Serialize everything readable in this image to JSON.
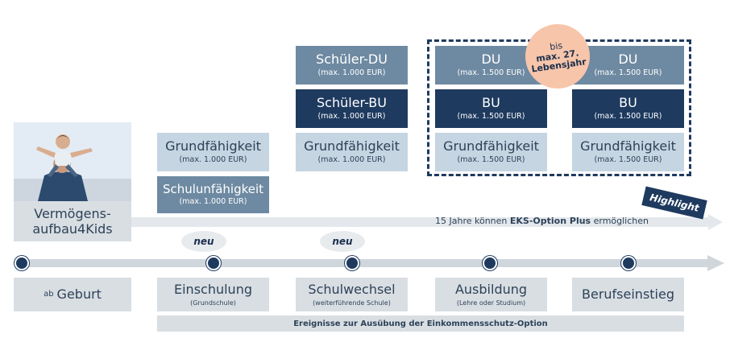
{
  "left": {
    "label": "Vermögens-\naufbau4Kids"
  },
  "grundfaehigkeit_1": {
    "title": "Grundfähigkeit",
    "sub": "(max. 1.000 EUR)"
  },
  "schulunfaehigkeit": {
    "title": "Schulunfähigkeit",
    "sub": "(max. 1.000 EUR)"
  },
  "schueler_du": {
    "title": "Schüler-DU",
    "sub": "(max. 1.000 EUR)"
  },
  "schueler_bu": {
    "title": "Schüler-BU",
    "sub": "(max. 1.000 EUR)"
  },
  "grundfaehigkeit_2": {
    "title": "Grundfähigkeit",
    "sub": "(max. 1.000 EUR)"
  },
  "col4": {
    "du": {
      "title": "DU",
      "sub": "(max. 1.500 EUR)"
    },
    "bu": {
      "title": "BU",
      "sub": "(max. 1.500 EUR)"
    },
    "gf": {
      "title": "Grundfähigkeit",
      "sub": "(max. 1.500 EUR)"
    }
  },
  "col5": {
    "du": {
      "title": "DU",
      "sub": "(max. 1.500 EUR)"
    },
    "bu": {
      "title": "BU",
      "sub": "(max. 1.500 EUR)"
    },
    "gf": {
      "title": "Grundfähigkeit",
      "sub": "(max. 1.500 EUR)"
    }
  },
  "badge": {
    "line1": "bis",
    "line2": "max. 27.",
    "line3": "Lebensjahr"
  },
  "eks_arrow": {
    "prefix": "15 Jahre können ",
    "bold": "EKS-Option Plus",
    "suffix": " ermöglichen"
  },
  "highlight": "Highlight",
  "neu_labels": [
    "neu",
    "neu"
  ],
  "events": [
    {
      "title": "Geburt",
      "prefix": "ab",
      "sub": ""
    },
    {
      "title": "Einschulung",
      "prefix": "",
      "sub": "(Grundschule)"
    },
    {
      "title": "Schulwechsel",
      "prefix": "",
      "sub": "(weiterführende Schule)"
    },
    {
      "title": "Ausbildung",
      "prefix": "",
      "sub": "(Lehre oder Studium)"
    },
    {
      "title": "Berufseinstieg",
      "prefix": "",
      "sub": ""
    }
  ],
  "footer": "Ereignisse zur Ausübung der Einkommensschutz-Option",
  "colors": {
    "dark_navy": "#1e3a5f",
    "mid_blue": "#6e8aa2",
    "light_blue": "#c6d5e2",
    "grey": "#d9dee3",
    "peach": "#f7c5aa"
  }
}
